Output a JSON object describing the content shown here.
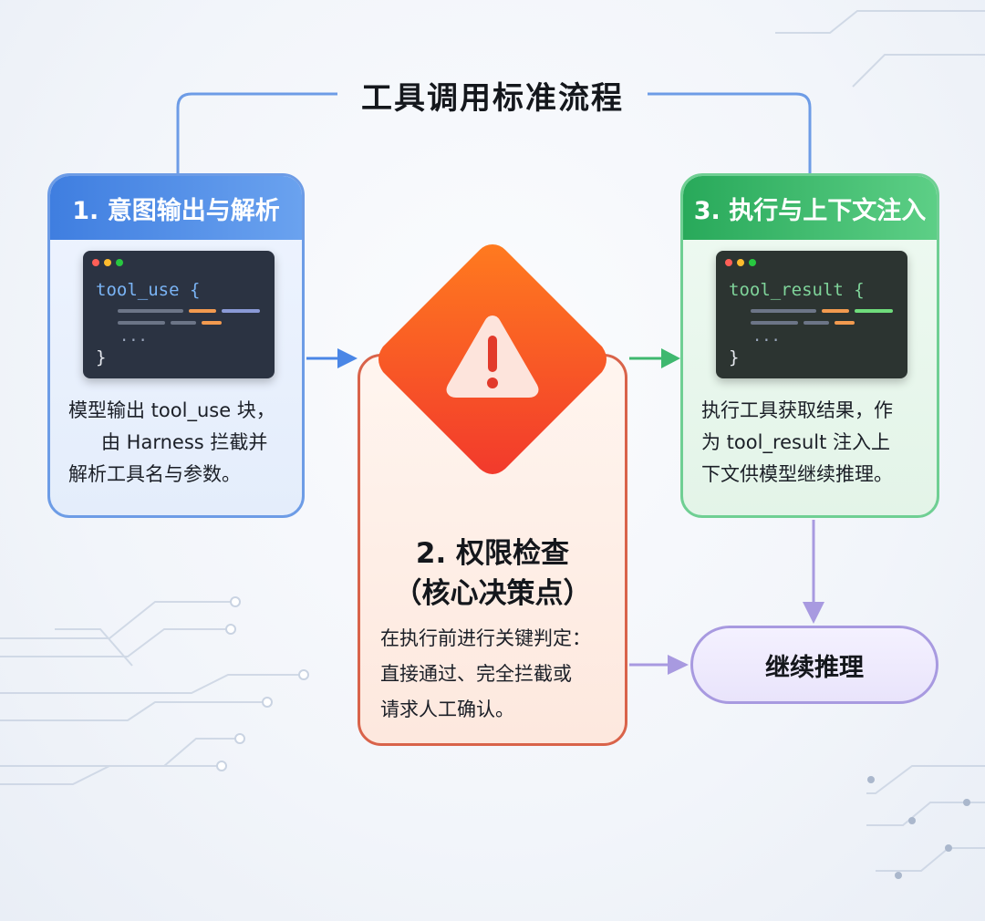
{
  "title": "工具调用标准流程",
  "colors": {
    "blue": "#4a86e6",
    "orange": "#f05a2a",
    "green": "#36b36a",
    "purple": "#a89ae0"
  },
  "step1": {
    "header": "1. 意图输出与解析",
    "code_line": "tool_use {",
    "code_ellipsis": "...",
    "code_close": "}",
    "desc": [
      "模型输出 tool_use 块，",
      "由 Harness 拦截并",
      "解析工具名与参数。"
    ]
  },
  "step2": {
    "icon": "warning-icon",
    "title_line1": "2. 权限检查",
    "title_line2": "（核心决策点）",
    "desc": [
      "在执行前进行关键判定：",
      "直接通过、完全拦截或",
      "请求人工确认。"
    ]
  },
  "step3": {
    "header": "3. 执行与上下文注入",
    "code_line": "tool_result {",
    "code_ellipsis": "...",
    "code_close": "}",
    "desc": [
      "执行工具获取结果，作",
      "为 tool_result 注入上",
      "下文供模型继续推理。"
    ]
  },
  "final": {
    "label": "继续推理"
  }
}
